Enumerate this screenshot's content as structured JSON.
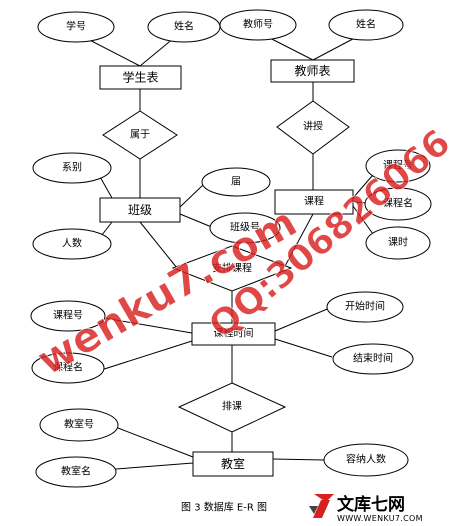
{
  "entities": {
    "student": "学生表",
    "teacher": "教师表",
    "class": "班级",
    "course": "课程",
    "schedule": "课程时间",
    "classroom": "教室"
  },
  "relationships": {
    "belongs": "属于",
    "teaches": "讲授",
    "arrange_course": "安排课程",
    "arrange_room": "排课"
  },
  "attributes": {
    "student_id": "学号",
    "student_name": "姓名",
    "teacher_id": "教师号",
    "teacher_name": "姓名",
    "department": "系别",
    "headcount": "人数",
    "class_cohort": "届",
    "class_no": "班级号",
    "course_no": "课程号",
    "course_name": "课程名",
    "course_hours": "课时",
    "sched_course_no": "课程号",
    "sched_course_name": "课程名",
    "start_time": "开始时间",
    "end_time": "结束时间",
    "room_no": "教室号",
    "room_name": "教室名",
    "capacity": "容纳人数"
  },
  "caption": "图 3 数据库 E-R 图",
  "watermarks": {
    "site": "wenku7.com",
    "qq": "QQ:306826066"
  },
  "logo": {
    "text": "文库七网",
    "url": "WWW.WENKU7.COM"
  },
  "colors": {
    "watermark": "#d92020",
    "lines": "#000000"
  }
}
